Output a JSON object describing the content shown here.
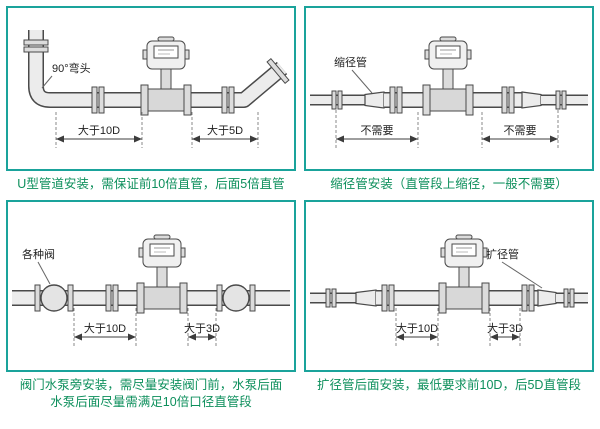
{
  "colors": {
    "panel_border": "#1aa39b",
    "caption_text": "#0d8f5c",
    "line": "#4a4a4a"
  },
  "panels": [
    {
      "name": "u-type-installation",
      "annotation": "90°弯头",
      "dim_left": "大于10D",
      "dim_right": "大于5D",
      "caption": "U型管道安装，需保证前10倍直管，后面5倍直管"
    },
    {
      "name": "reducer-installation",
      "annotation": "缩径管",
      "dim_left": "不需要",
      "dim_right": "不需要",
      "caption": "缩径管安装（直管段上缩径，一般不需要）"
    },
    {
      "name": "valve-pump-installation",
      "annotation": "各种阀",
      "dim_left": "大于10D",
      "dim_right": "大于3D",
      "caption": "阀门水泵旁安装，需尽量安装阀门前，水泵后面",
      "caption2": "水泵后面尽量需满足10倍口径直管段"
    },
    {
      "name": "expander-installation",
      "annotation": "扩径管",
      "dim_left": "大于10D",
      "dim_right": "大于3D",
      "caption": "扩径管后面安装，最低要求前10D，后5D直管段"
    }
  ]
}
